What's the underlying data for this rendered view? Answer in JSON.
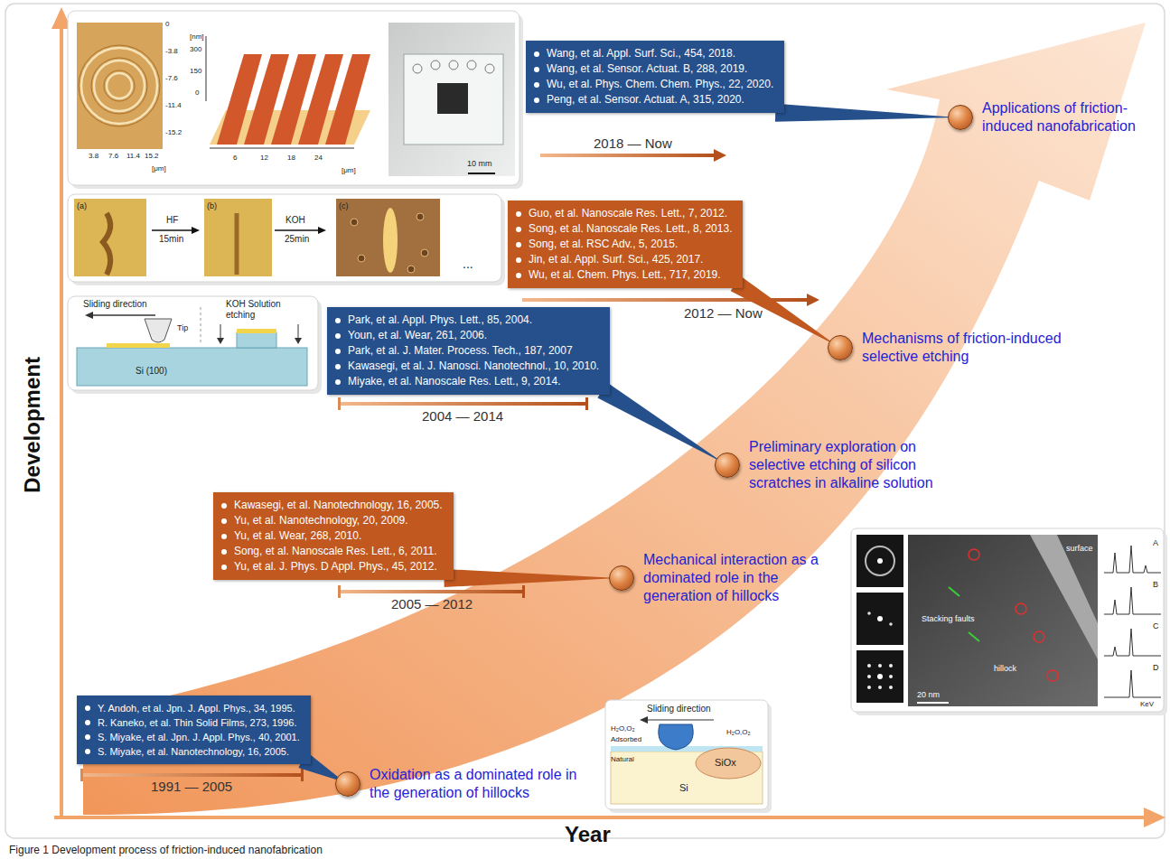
{
  "diagram": {
    "caption": "Figure 1 Development process of friction-induced nanofabrication",
    "nodes": [
      {
        "text": [
          "Wang, et al. Appl. Surf. Sci., 454, 2018.",
          "Wang, et al. Sensor. Actuat. B, 288, 2019.",
          "Wu, et al. Phys. Chem. Chem. Phys., 22, 2020.",
          "Peng, et al. Sensor. Actuat. A, 315, 2020."
        ]
      },
      {
        "text": [
          "Applications of friction-induced nanofabrication"
        ]
      },
      {
        "text": [
          "Guo, et al. Nanoscale Res. Lett., 7, 2012.",
          "Song, et al. Nanoscale Res. Lett., 8, 2013.",
          "Song, et al. RSC Adv., 5, 2015.",
          "Jin, et al. Appl. Surf. Sci., 425, 2017.",
          "Wu, et al. Chem. Phys. Lett., 717, 2019."
        ]
      },
      {
        "text": [
          "Mechanisms of friction-induced selective etching"
        ]
      },
      {
        "text": [
          "Park, et al. Appl. Phys. Lett., 85, 2004.",
          "Youn, et al. Wear, 261, 2006.",
          "Park, et al. J. Mater. Process. Tech., 187, 2007",
          "Kawasegi, et al. J. Nanosci. Nanotechnol., 10, 2010.",
          "Miyake, et al. Nanoscale Res. Lett., 9, 2014."
        ]
      },
      {
        "text": [
          "Preliminary exploration on selective etching of silicon scratches in alkaline solution"
        ]
      },
      {
        "text": [
          "Kawasegi, et al. Nanotechnology, 16, 2005.",
          "Yu, et al. Nanotechnology, 20, 2009.",
          "Yu, et al. Wear, 268, 2010.",
          "Song, et al. Nanoscale Res. Lett., 6, 2011.",
          "Yu, et al. J. Phys. D Appl. Phys., 45, 2012."
        ]
      },
      {
        "text": [
          "Mechanical interaction as a dominated role in the generation of hillocks"
        ]
      },
      {
        "text": [
          "Y. Andoh, et al. Jpn. J. Appl. Phys., 34, 1995.",
          "R. Kaneko, et al. Thin Solid Films, 273, 1996.",
          "S. Miyake, et al. Jpn. J. Appl. Phys., 40, 2001.",
          "S. Miyake, et al. Nanotechnology, 16, 2005."
        ]
      },
      {
        "text": [
          "Oxidation as a dominated role in the generation of hillocks"
        ]
      }
    ],
    "edges": [
      {
        "from": 0,
        "to": 1,
        "arrow": "none"
      },
      {
        "from": 2,
        "to": 3,
        "arrow": "none"
      },
      {
        "from": 4,
        "to": 5,
        "arrow": "none"
      },
      {
        "from": 6,
        "to": 7,
        "arrow": "none"
      },
      {
        "from": 8,
        "to": 9,
        "arrow": "none"
      }
    ],
    "labels": [
      "Development",
      "Year",
      "2018 — Now",
      "2012 — Now",
      "2004 — 2014",
      "2005 — 2012",
      "1991 — 2005",
      "0",
      "-3.8",
      "-7.6",
      "-11.4",
      "-15.2",
      "3.8",
      "7.6",
      "11.4",
      "15.2",
      "[μm]",
      "[nm]",
      "300",
      "150",
      "0",
      "6",
      "12",
      "18",
      "24",
      "[μm]",
      "10 mm",
      "(a)",
      "HF",
      "15min",
      "(b)",
      "KOH",
      "25min",
      "(c)",
      "...",
      "Sliding direction",
      "Tip",
      "KOH Solution etching",
      "Si (100)",
      "Sliding direction",
      "H₂O,O₂",
      "H₂O,O₂",
      "Adsorbed",
      "Natural",
      "SiOx",
      "Si",
      "Stacking faults",
      "surface",
      "hillock",
      "20 nm",
      "A",
      "B",
      "C",
      "D",
      "KeV"
    ]
  }
}
